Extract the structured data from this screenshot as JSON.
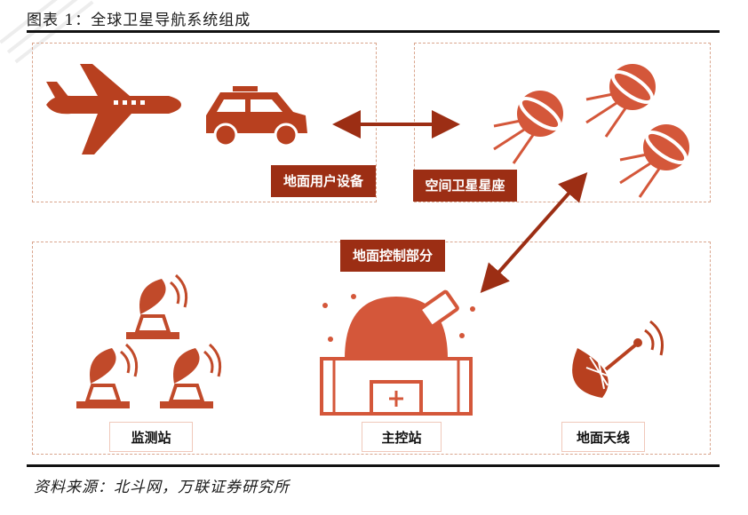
{
  "figure": {
    "title": "图表 1：全球卫星导航系统组成",
    "source": "资料来源：北斗网，万联证券研究所"
  },
  "segments": {
    "user": {
      "label": "地面用户设备",
      "icons": [
        "airplane-icon",
        "car-icon"
      ]
    },
    "space": {
      "label": "空间卫星星座",
      "icons": [
        "satellite-icon",
        "satellite-icon",
        "satellite-icon"
      ]
    },
    "ground": {
      "label": "地面控制部分",
      "stations": [
        {
          "label": "监测站",
          "icon": "radar-dish-icon"
        },
        {
          "label": "主控站",
          "icon": "observatory-icon"
        },
        {
          "label": "地面天线",
          "icon": "antenna-icon"
        }
      ]
    }
  },
  "colors": {
    "accent": "#9c2e14",
    "icon": "#c14a2a",
    "dashed_border": "#d9a58d"
  }
}
